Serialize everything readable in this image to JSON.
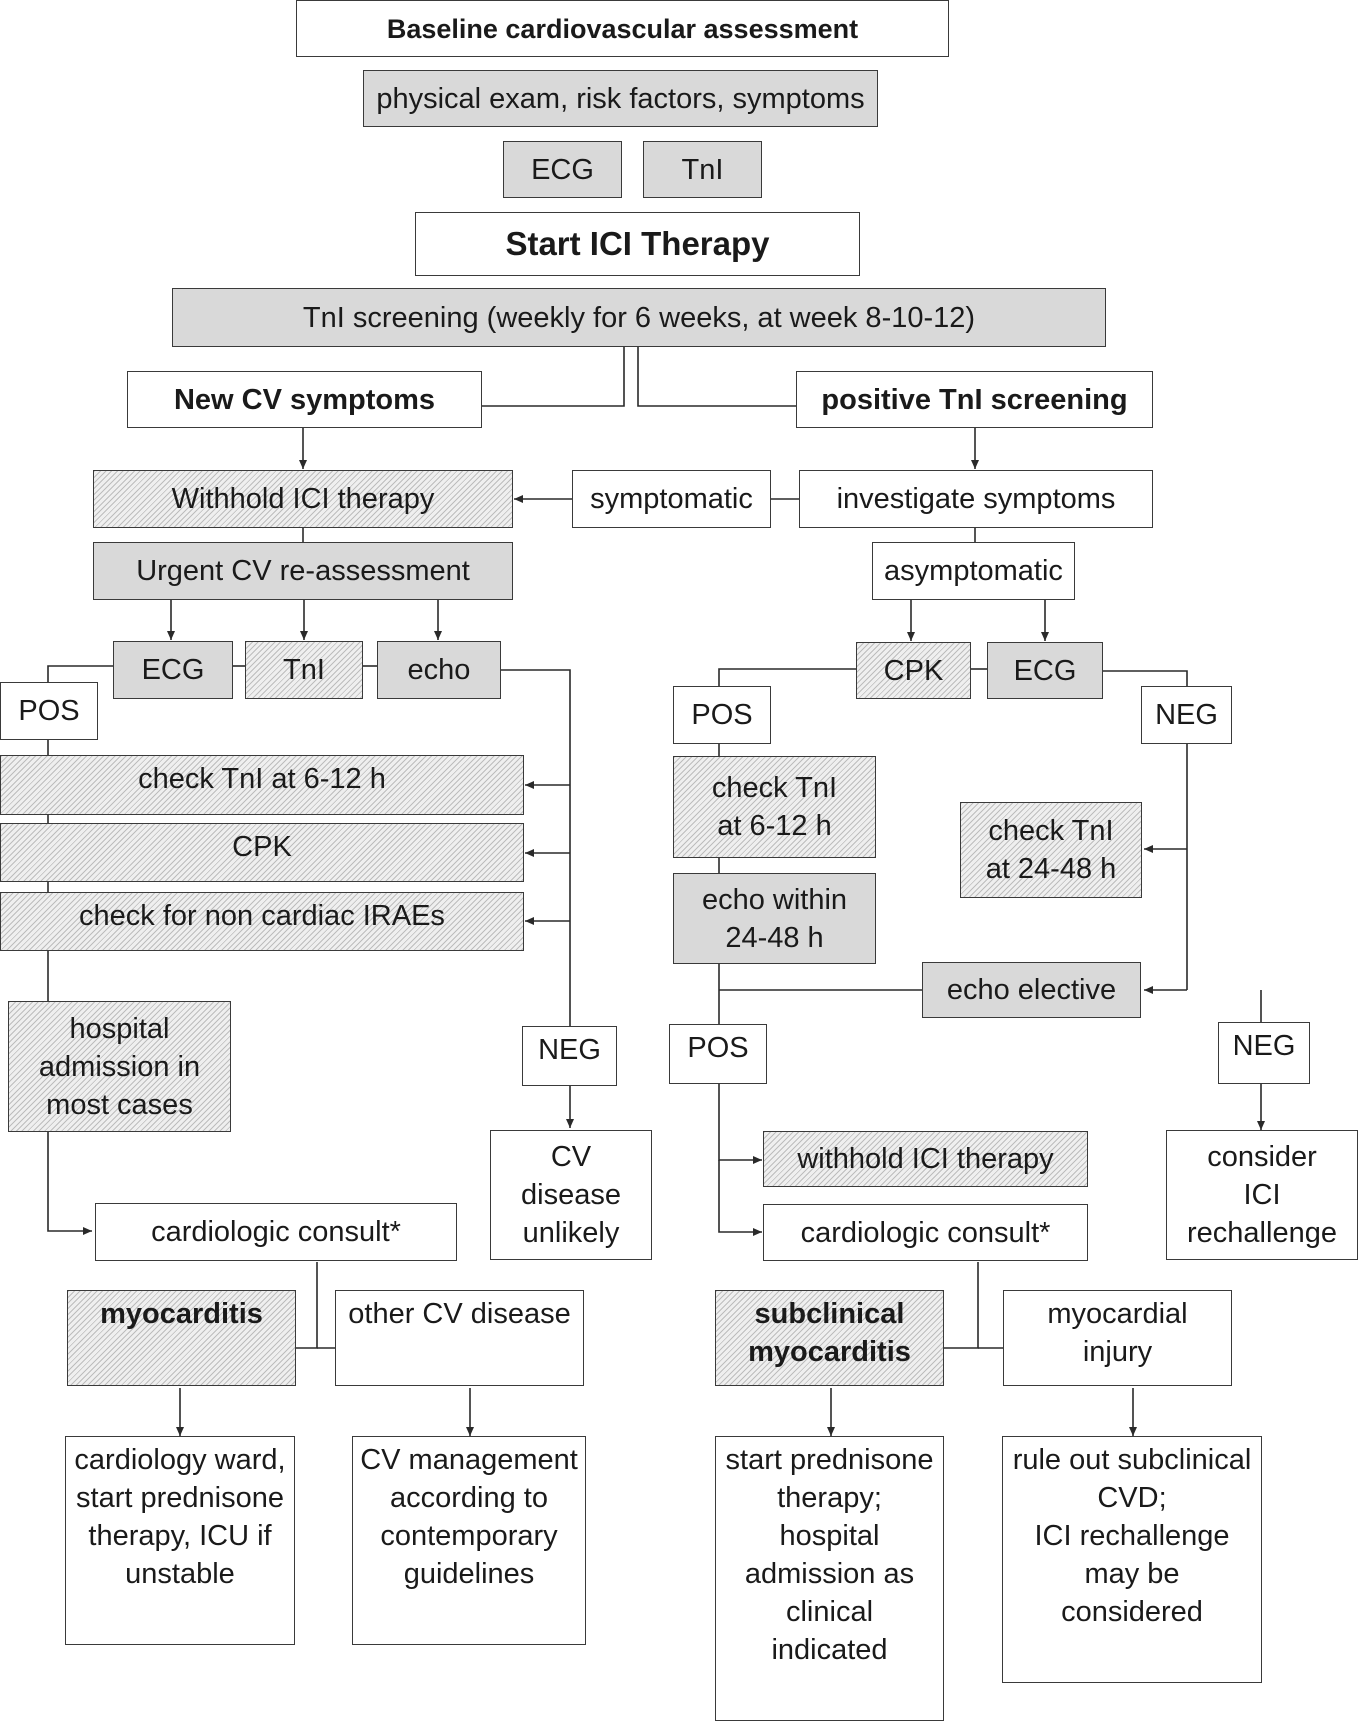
{
  "nodes": {
    "baseline_assessment": "Baseline cardiovascular assessment",
    "physical_exam": "physical exam, risk factors, symptoms",
    "ecg_baseline": "ECG",
    "tni_baseline": "TnI",
    "start_ici": "Start ICI Therapy",
    "tni_screening": "TnI screening (weekly for 6 weeks, at week 8-10-12)",
    "new_cv_symptoms": "New CV symptoms",
    "positive_tni": "positive TnI screening",
    "withhold_ici_left": "Withhold ICI therapy",
    "symptomatic": "symptomatic",
    "investigate_symptoms": "investigate symptoms",
    "urgent_reassessment": "Urgent CV re-assessment",
    "asymptomatic": "asymptomatic",
    "ecg_left": "ECG",
    "tni_left": "TnI",
    "echo_left": "echo",
    "cpk_right": "CPK",
    "ecg_right": "ECG",
    "pos_left": "POS",
    "pos_right_top": "POS",
    "neg_right_top": "NEG",
    "check_tni_6_12_left": "check TnI at 6-12 h",
    "check_tni_6_12_right": [
      "check TnI",
      "at 6-12 h"
    ],
    "check_tni_24_48": [
      "check TnI",
      "at 24-48 h"
    ],
    "cpk_left": "CPK",
    "check_non_cardiac": "check for non cardiac IRAEs",
    "echo_within": [
      "echo within",
      "24-48 h"
    ],
    "echo_elective": "echo elective",
    "hospital_admission": [
      "hospital",
      "admission in",
      "most cases"
    ],
    "neg_left": "NEG",
    "pos_right_bottom": "POS",
    "neg_right_bottom": "NEG",
    "cv_disease_unlikely": [
      "CV",
      "disease",
      "unlikely"
    ],
    "withhold_ici_right": "withhold ICI therapy",
    "consider_rechallenge": [
      "consider",
      "ICI",
      "rechallenge"
    ],
    "cardiologic_consult_left": "cardiologic consult*",
    "cardiologic_consult_right": "cardiologic consult*",
    "myocarditis": "myocarditis",
    "other_cv_disease": "other CV disease",
    "subclinical_myocarditis": [
      "subclinical",
      "myocarditis"
    ],
    "myocardial_injury": [
      "myocardial",
      "injury"
    ],
    "cardiology_ward": [
      "cardiology ward,",
      "start prednisone",
      "therapy, ICU if",
      "unstable"
    ],
    "cv_management": [
      "CV management",
      "according to",
      "contemporary",
      "guidelines"
    ],
    "start_prednisone": [
      "start prednisone",
      "therapy;",
      "hospital",
      "admission as",
      "clinical",
      "indicated"
    ],
    "rule_out": [
      "rule out subclinical",
      "CVD;",
      "ICI rechallenge",
      "may be",
      "considered"
    ]
  },
  "colors": {
    "stroke": "#3a3a3a",
    "grey_fill": "#d9d9d9",
    "hatch_fill": "#bdbdbd",
    "white_fill": "#ffffff"
  }
}
